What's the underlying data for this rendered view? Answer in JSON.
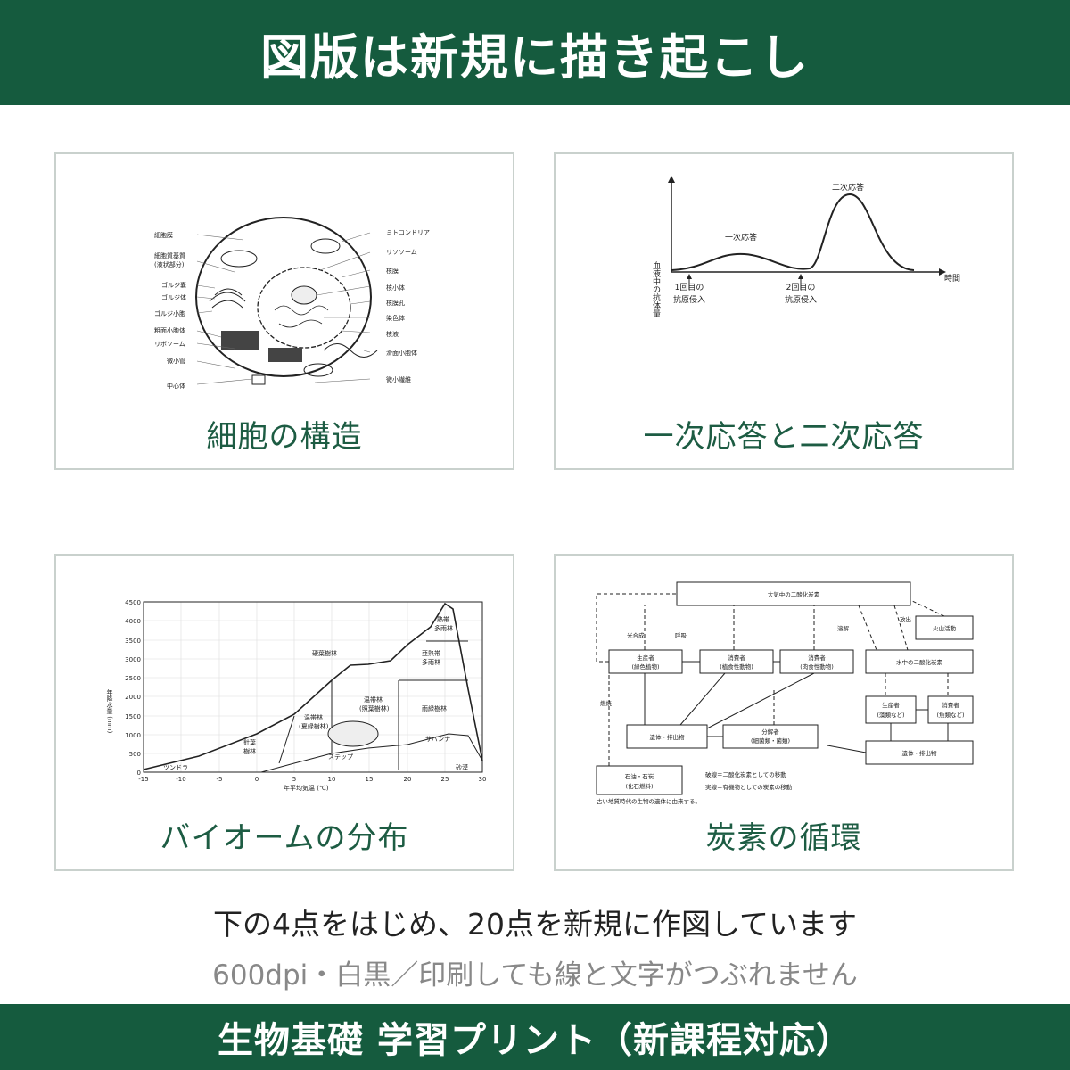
{
  "header": {
    "title": "図版は新規に描き起こし"
  },
  "cards": [
    {
      "caption": "細胞の構造",
      "labels": {
        "left": [
          "細胞膜",
          "細胞質基質",
          "(液状部分)",
          "ゴルジ嚢",
          "ゴルジ体",
          "ゴルジ小胞",
          "粗面小胞体",
          "リボソーム",
          "微小管",
          "中心体"
        ],
        "right": [
          "ミトコンドリア",
          "リソソーム",
          "核膜",
          "核小体",
          "核膜孔",
          "染色体",
          "核液",
          "滑面小胞体",
          "微小繊維"
        ]
      }
    },
    {
      "caption": "一次応答と二次応答",
      "labels": {
        "ylabel": "血液中の抗体量",
        "xlabel": "時間",
        "primary": "一次応答",
        "secondary": "二次応答",
        "first_a": "1回目の",
        "first_b": "抗原侵入",
        "second_a": "2回目の",
        "second_b": "抗原侵入"
      }
    },
    {
      "caption": "バイオームの分布",
      "labels": {
        "ylabel": "年降水量 (mm)",
        "xlabel": "年平均気温 (℃)",
        "yticks": [
          "0",
          "500",
          "1000",
          "1500",
          "2000",
          "2500",
          "3000",
          "3500",
          "4000",
          "4500"
        ],
        "xticks": [
          "-15",
          "-10",
          "-5",
          "0",
          "5",
          "10",
          "15",
          "20",
          "25",
          "30"
        ],
        "biomes": [
          "熱帯",
          "多雨林",
          "亜熱帯",
          "多雨林",
          "硬葉樹林",
          "温帯林",
          "(照葉樹林)",
          "温帯林",
          "(夏緑樹林)",
          "雨緑樹林",
          "針葉",
          "樹林",
          "ステップ",
          "サバンナ",
          "ツンドラ",
          "砂漠"
        ]
      }
    },
    {
      "caption": "炭素の循環",
      "labels": {
        "atm": "大気中の二酸化炭素",
        "producer_a": "生産者",
        "producer_b": "(緑色植物)",
        "consumer1_a": "消費者",
        "consumer1_b": "(植食性動物)",
        "consumer2_a": "消費者",
        "consumer2_b": "(肉食性動物)",
        "water": "水中の二酸化炭素",
        "volcano": "火山活動",
        "remains": "遺体・排出物",
        "decomposer_a": "分解者",
        "decomposer_b": "(細菌類・菌類)",
        "wproducer_a": "生産者",
        "wproducer_b": "(藻類など)",
        "wconsumer_a": "消費者",
        "wconsumer_b": "(魚類など)",
        "wremains": "遺体・排出物",
        "fossil_a": "石油・石炭",
        "fossil_b": "(化石燃料)",
        "photo": "光合成",
        "resp": "呼吸",
        "dissolve": "溶解",
        "emit": "放出",
        "burn": "燃焼",
        "legend1": "破線＝二酸化炭素としての移動",
        "legend2": "実線＝有機物としての炭素の移動",
        "note": "古い地質時代の生物の遺体に由来する。"
      }
    }
  ],
  "notes": {
    "line1": "下の4点をはじめ、20点を新規に作図しています",
    "line2": "600dpi・白黒／印刷しても線と文字がつぶれません"
  },
  "footer": {
    "title": "生物基礎 学習プリント（新課程対応）"
  }
}
